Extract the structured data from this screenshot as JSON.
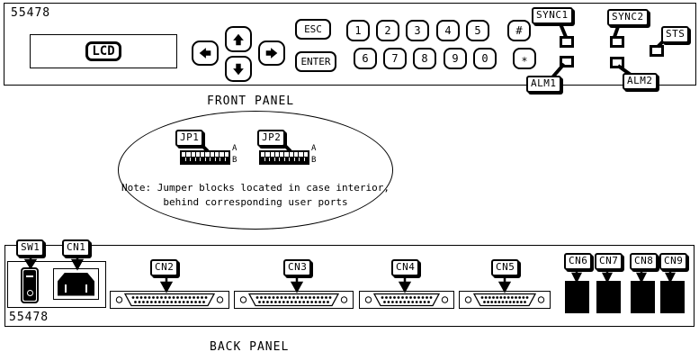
{
  "front_panel": {
    "model": "55478",
    "caption": "FRONT PANEL",
    "lcd": "LCD",
    "esc": "ESC",
    "enter": "ENTER",
    "keys_row1": [
      "1",
      "2",
      "3",
      "4",
      "5",
      "#"
    ],
    "keys_row2": [
      "6",
      "7",
      "8",
      "9",
      "0",
      "*"
    ],
    "indicators": {
      "sync1": "SYNC1",
      "sync2": "SYNC2",
      "sts": "STS",
      "alm1": "ALM1",
      "alm2": "ALM2"
    }
  },
  "interior_note": {
    "jp1": "JP1",
    "jp2": "JP2",
    "row_a": "A",
    "row_b": "B",
    "positions": 10,
    "note_line1": "Note: Jumper blocks located in case interior,",
    "note_line2": "behind corresponding user ports"
  },
  "back_panel": {
    "model": "55478",
    "caption": "BACK PANEL",
    "switch_label": "SW1",
    "power_inlet_label": "CN1",
    "connectors_db": [
      {
        "label": "CN2",
        "pins": 37
      },
      {
        "label": "CN3",
        "pins": 37
      },
      {
        "label": "CN4",
        "pins": 25
      },
      {
        "label": "CN5",
        "pins": 25
      }
    ],
    "connectors_modular": [
      "CN6",
      "CN7",
      "CN8",
      "CN9"
    ]
  },
  "colors": {
    "ink": "#000000",
    "paper": "#ffffff"
  }
}
